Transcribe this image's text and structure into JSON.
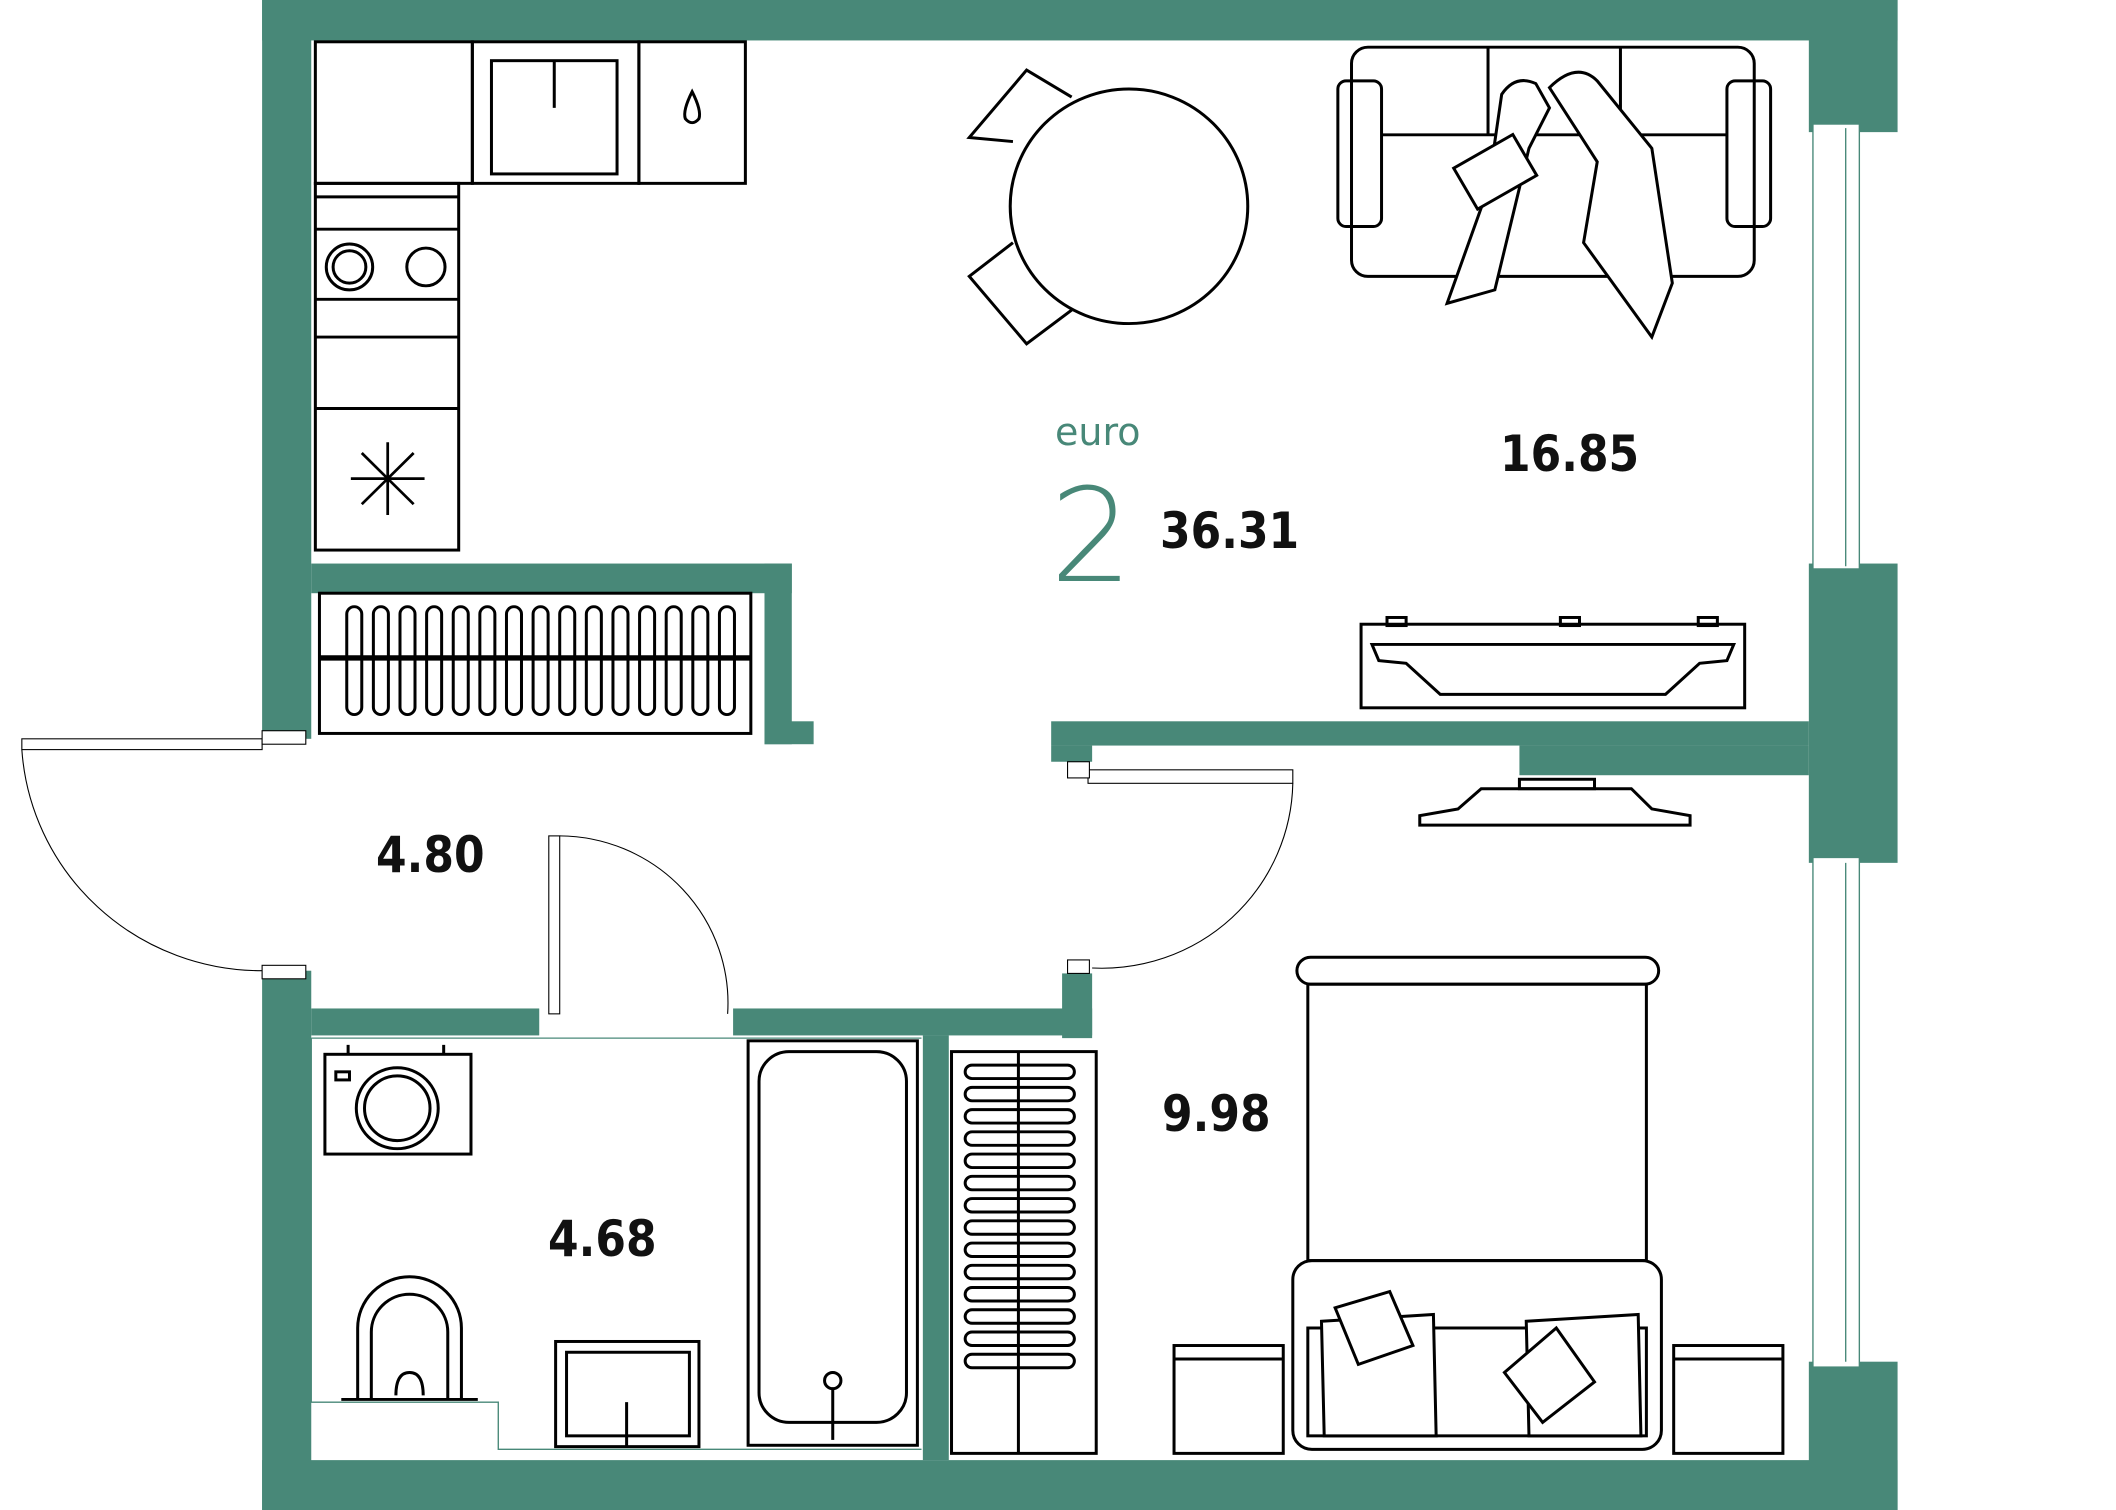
{
  "plan": {
    "type_label": "euro",
    "rooms_count": "2",
    "total_area": "36.31",
    "wall_color": "#488878"
  },
  "rooms": [
    {
      "name": "living-kitchen",
      "area": "16.85"
    },
    {
      "name": "hallway",
      "area": "4.80"
    },
    {
      "name": "bathroom",
      "area": "4.68"
    },
    {
      "name": "bedroom",
      "area": "9.98"
    }
  ]
}
